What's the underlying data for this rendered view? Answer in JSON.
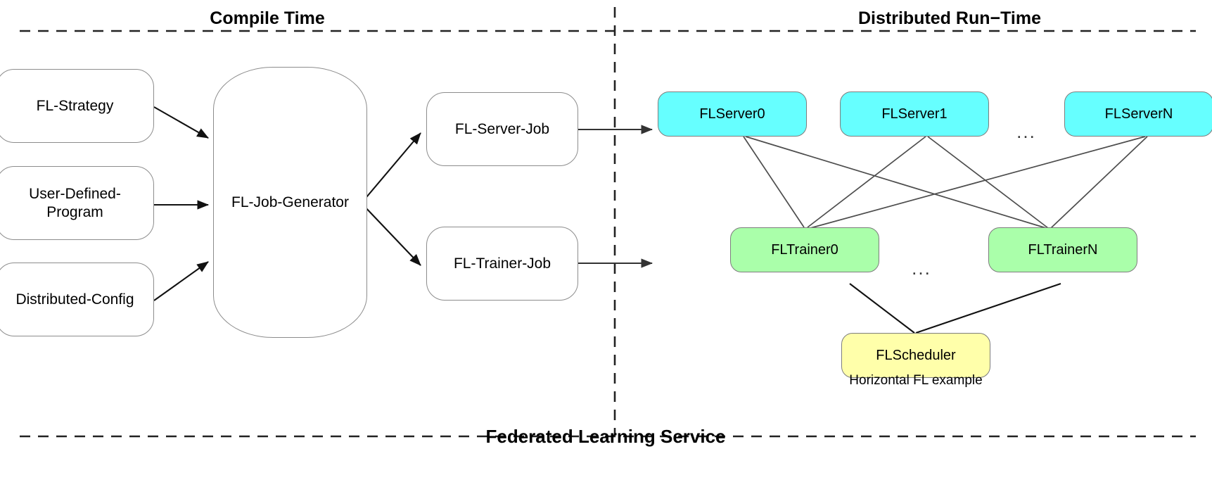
{
  "figure": {
    "caption": "Federated Learning Service",
    "sections": [
      {
        "id": "compile-time",
        "title": "Compile Time"
      },
      {
        "id": "distributed-run-time",
        "title": "Distributed Run−Time"
      }
    ],
    "sub_caption": "Horizontal FL example",
    "ellipsis": "..."
  },
  "colors": {
    "server_fill": "#66FFFF",
    "trainer_fill": "#AAFFAA",
    "scheduler_fill": "#FFFFAA",
    "node_stroke": "#8c8c8c",
    "edge_stroke": "#4d4d4d",
    "dark_edge_stroke": "#111111",
    "divider": "#333333",
    "background": "#FFFFFF"
  },
  "compile_time": {
    "inputs": [
      {
        "id": "fl-strategy",
        "label": "FL-Strategy"
      },
      {
        "id": "user-defined-program",
        "label": "User-Defined-\nProgram"
      },
      {
        "id": "distributed-config",
        "label": "Distributed-Config"
      }
    ],
    "generator": {
      "id": "fl-job-generator",
      "label": "FL-Job-Generator"
    },
    "outputs": [
      {
        "id": "fl-server-job",
        "label": "FL-Server-Job"
      },
      {
        "id": "fl-trainer-job",
        "label": "FL-Trainer-Job"
      }
    ]
  },
  "runtime": {
    "servers": [
      {
        "id": "flserver0",
        "label": "FLServer0"
      },
      {
        "id": "flserver1",
        "label": "FLServer1"
      },
      {
        "id": "flservern",
        "label": "FLServerN"
      }
    ],
    "trainers": [
      {
        "id": "fltrainer0",
        "label": "FLTrainer0"
      },
      {
        "id": "fltrainern",
        "label": "FLTrainerN"
      }
    ],
    "scheduler": {
      "id": "flscheduler",
      "label": "FLScheduler"
    }
  }
}
